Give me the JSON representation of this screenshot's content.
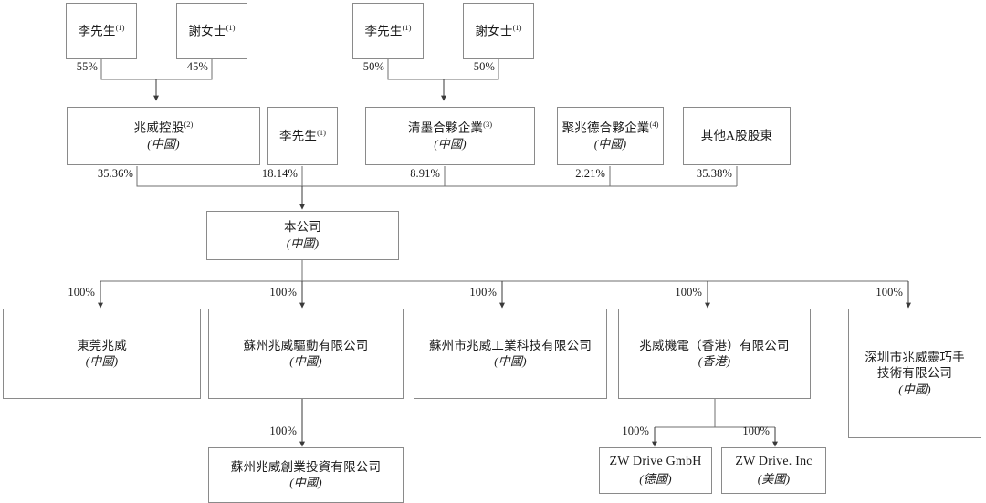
{
  "diagram": {
    "title": "Corporate shareholding structure chart",
    "line_color": "#6f6f6f",
    "box_border_color": "#8a8a8a",
    "background": "#ffffff",
    "country_labels": {
      "prc": "(中國)",
      "hk": "(香港)",
      "germany": "(德國)",
      "usa": "(美國)"
    }
  },
  "nodes": {
    "li_a": {
      "name": "李先生",
      "note": "(1)",
      "location": ""
    },
    "xie_a": {
      "name": "謝女士",
      "note": "(1)",
      "location": ""
    },
    "li_b": {
      "name": "李先生",
      "note": "(1)",
      "location": ""
    },
    "xie_b": {
      "name": "謝女士",
      "note": "(1)",
      "location": ""
    },
    "zhaowei_holding": {
      "name": "兆威控股",
      "note": "(2)",
      "location": "(中國)"
    },
    "li_direct": {
      "name": "李先生",
      "note": "(1)",
      "location": ""
    },
    "qingmo": {
      "name": "清墨合夥企業",
      "note": "(3)",
      "location": "(中國)"
    },
    "juzhaode": {
      "name": "聚兆德合夥企業",
      "note": "(4)",
      "location": "(中國)"
    },
    "other_a_shareholders": {
      "name": "其他A股股東",
      "note": "",
      "location": ""
    },
    "company": {
      "name": "本公司",
      "note": "",
      "location": "(中國)"
    },
    "dongguan": {
      "name": "東莞兆威",
      "note": "",
      "location": "(中國)"
    },
    "suzhou_drive": {
      "name": "蘇州兆威驅動有限公司",
      "note": "",
      "location": "(中國)"
    },
    "suzhou_industrial": {
      "name": "蘇州市兆威工業科技有限公司",
      "note": "",
      "location": "(中國)"
    },
    "zhaowei_hk": {
      "name": "兆威機電（香港）有限公司",
      "note": "",
      "location": "(香港)"
    },
    "shenzhen_lingqiaoshou": {
      "name": "深圳市兆威靈巧手\n技術有限公司",
      "note": "",
      "location": "(中國)"
    },
    "suzhou_venture": {
      "name": "蘇州兆威創業投資有限公司",
      "note": "",
      "location": "(中國)"
    },
    "zw_gmbh": {
      "name": "ZW Drive GmbH",
      "note": "",
      "location": "(德國)"
    },
    "zw_inc": {
      "name": "ZW Drive. Inc",
      "note": "",
      "location": "(美國)"
    }
  },
  "edges": {
    "li_a_to_holding": "55%",
    "xie_a_to_holding": "45%",
    "li_b_to_qingmo": "50%",
    "xie_b_to_qingmo": "50%",
    "holding_to_company": "35.36%",
    "li_direct_to_company": "18.14%",
    "qingmo_to_company": "8.91%",
    "juzhaode_to_company": "2.21%",
    "other_a_to_company": "35.38%",
    "company_to_dongguan": "100%",
    "company_to_suzhou_drive": "100%",
    "company_to_suzhou_industrial": "100%",
    "company_to_zhaowei_hk": "100%",
    "company_to_shenzhen": "100%",
    "suzhou_drive_to_venture": "100%",
    "hk_to_gmbh": "100%",
    "hk_to_inc": "100%"
  }
}
